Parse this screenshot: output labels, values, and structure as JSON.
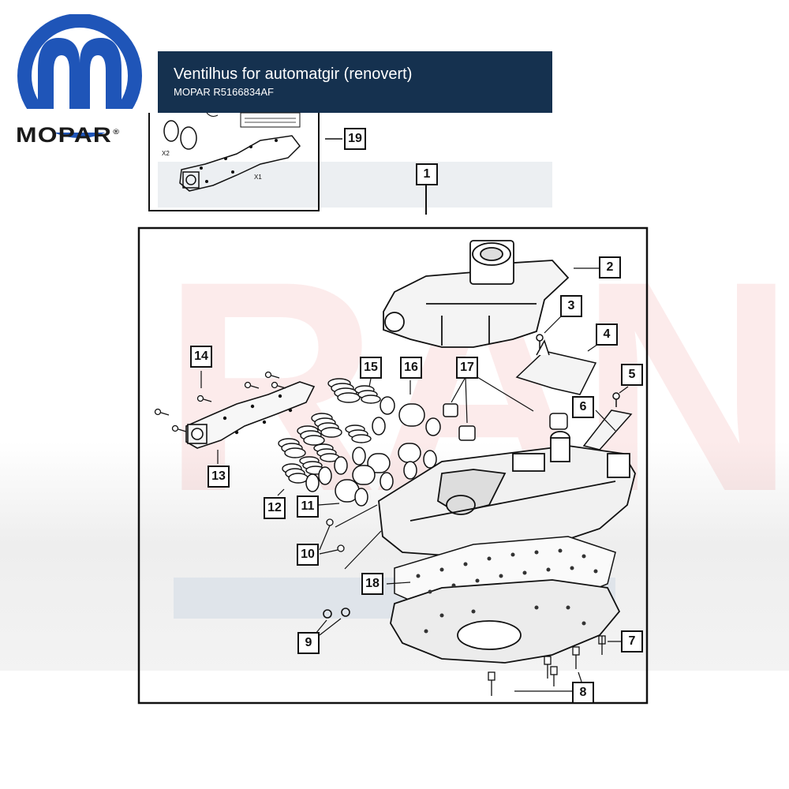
{
  "header": {
    "title": "Ventilhus for automatgir (renovert)",
    "part_number": "MOPAR R5166834AF"
  },
  "logo": {
    "wordmark": "MOPAR",
    "registered": "®",
    "brand_color": "#1f55b8"
  },
  "watermark": {
    "text": "RAN"
  },
  "colors": {
    "header_bg": "#15314f",
    "header_text": "#ffffff",
    "line": "#111111"
  },
  "inset": {
    "labels": {
      "x2": "X2",
      "x1": "X1"
    }
  },
  "callouts": {
    "c1": "1",
    "c2": "2",
    "c3": "3",
    "c4": "4",
    "c5": "5",
    "c6": "6",
    "c7": "7",
    "c8": "8",
    "c9": "9",
    "c10": "10",
    "c11": "11",
    "c12": "12",
    "c13": "13",
    "c14": "14",
    "c15": "15",
    "c16": "16",
    "c17": "17",
    "c18": "18",
    "c19": "19"
  }
}
